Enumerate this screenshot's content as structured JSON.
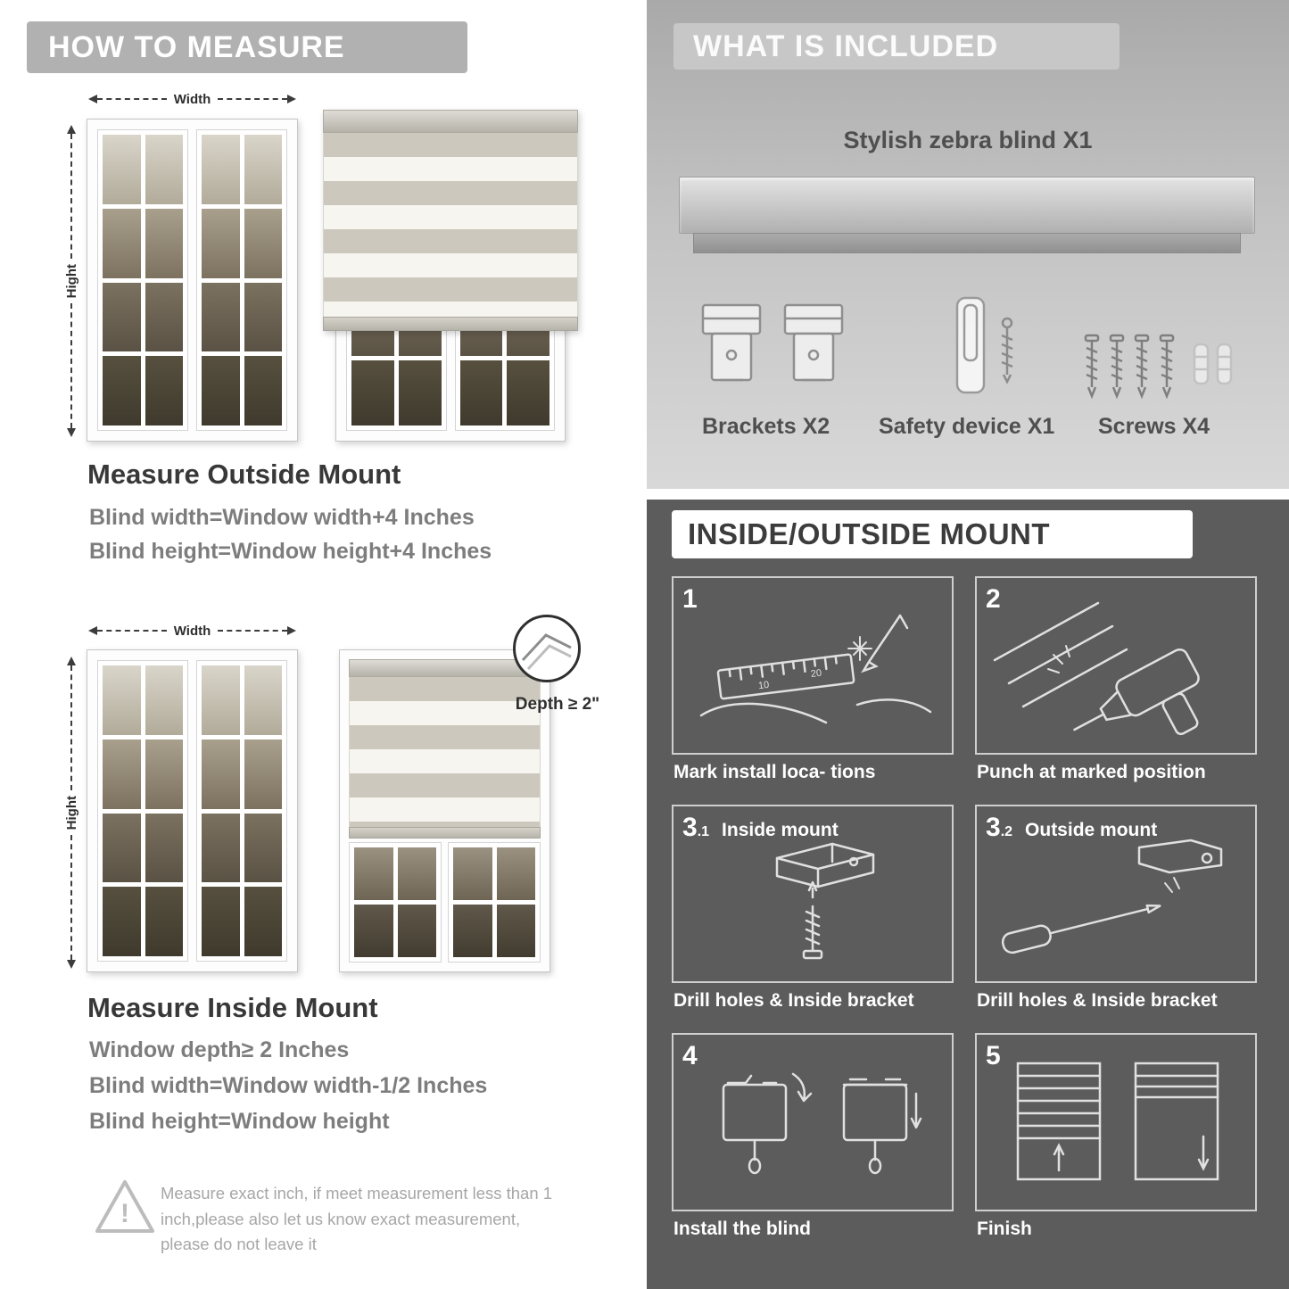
{
  "colors": {
    "header_gray": "#b1b1b1",
    "included_panel_gray": "#c3c3c3",
    "mount_panel_gray": "#5c5c5c",
    "stripe_gray": "#ccc8bd",
    "stripe_white": "#f7f5ef"
  },
  "how_to_measure": {
    "header": "HOW TO MEASURE",
    "outside_mount": {
      "width_label": "Width",
      "height_label": "Hight",
      "title": "Measure Outside Mount",
      "rule1": "Blind width=Window width+4 Inches",
      "rule2": "Blind height=Window height+4 Inches"
    },
    "inside_mount": {
      "width_label": "Width",
      "height_label": "Hight",
      "depth_callout": "Depth ≥ 2\"",
      "title": "Measure Inside Mount",
      "rule1": "Window depth≥ 2 Inches",
      "rule2": "Blind width=Window width-1/2 Inches",
      "rule3": "Blind height=Window height"
    },
    "warning_note": "Measure exact inch, if meet measurement less than 1 inch,please also let us know exact measurement, please do not leave it"
  },
  "what_is_included": {
    "header": "WHAT IS INCLUDED",
    "product_label": "Stylish zebra blind X1",
    "items": [
      {
        "label": "Brackets X2"
      },
      {
        "label": "Safety device X1"
      },
      {
        "label": "Screws X4"
      }
    ]
  },
  "mount_guide": {
    "header": "INSIDE/OUTSIDE MOUNT",
    "steps": [
      {
        "num": "1",
        "sub": "",
        "title": "",
        "caption": "Mark install loca- tions"
      },
      {
        "num": "2",
        "sub": "",
        "title": "",
        "caption": "Punch at marked position"
      },
      {
        "num": "3",
        "sub": ".1",
        "title": "Inside mount",
        "caption": "Drill holes & Inside bracket"
      },
      {
        "num": "3",
        "sub": ".2",
        "title": "Outside mount",
        "caption": "Drill holes & Inside bracket"
      },
      {
        "num": "4",
        "sub": "",
        "title": "",
        "caption": "Install the blind"
      },
      {
        "num": "5",
        "sub": "",
        "title": "",
        "caption": "Finish"
      }
    ]
  }
}
